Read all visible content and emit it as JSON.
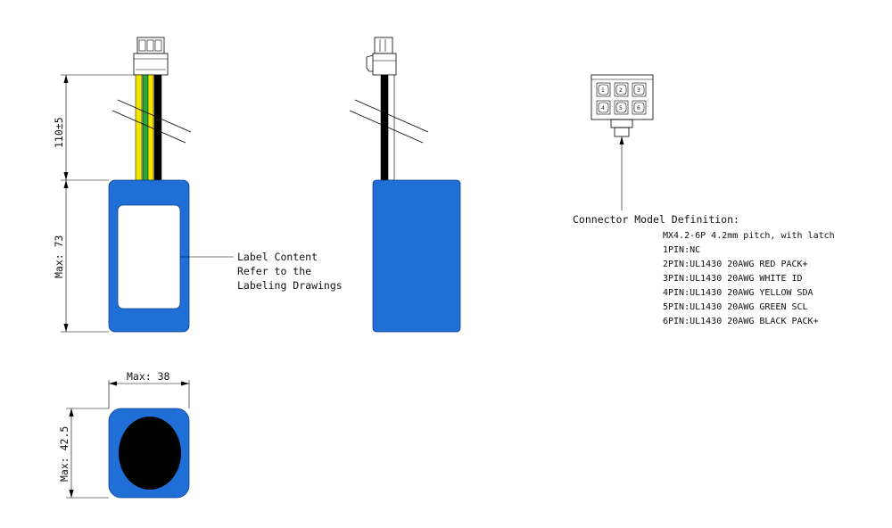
{
  "front_view": {
    "dim_cable_length": "110±5",
    "dim_height": "Max: 73",
    "label_callout": [
      "Label Content",
      "Refer to the",
      "Labeling Drawings"
    ]
  },
  "bottom_view": {
    "dim_width": "Max: 38",
    "dim_depth": "Max: 42.5"
  },
  "connector": {
    "pin_numbers": [
      "1",
      "2",
      "3",
      "4",
      "5",
      "6"
    ],
    "definition_title": "Connector Model Definition:",
    "definition_lines": [
      "MX4.2-6P 4.2mm pitch, with latch",
      "1PIN:NC",
      "2PIN:UL1430 20AWG RED PACK+",
      "3PIN:UL1430 20AWG WHITE ID",
      "4PIN:UL1430 20AWG YELLOW SDA",
      "5PIN:UL1430 20AWG GREEN SCL",
      "6PIN:UL1430 20AWG BLACK PACK+"
    ]
  },
  "colors": {
    "pack_blue": "#1f6fd6",
    "wire_yellow": "#f2e600",
    "wire_green": "#2aa83a",
    "wire_black": "#000000",
    "wire_white": "#ffffff"
  }
}
